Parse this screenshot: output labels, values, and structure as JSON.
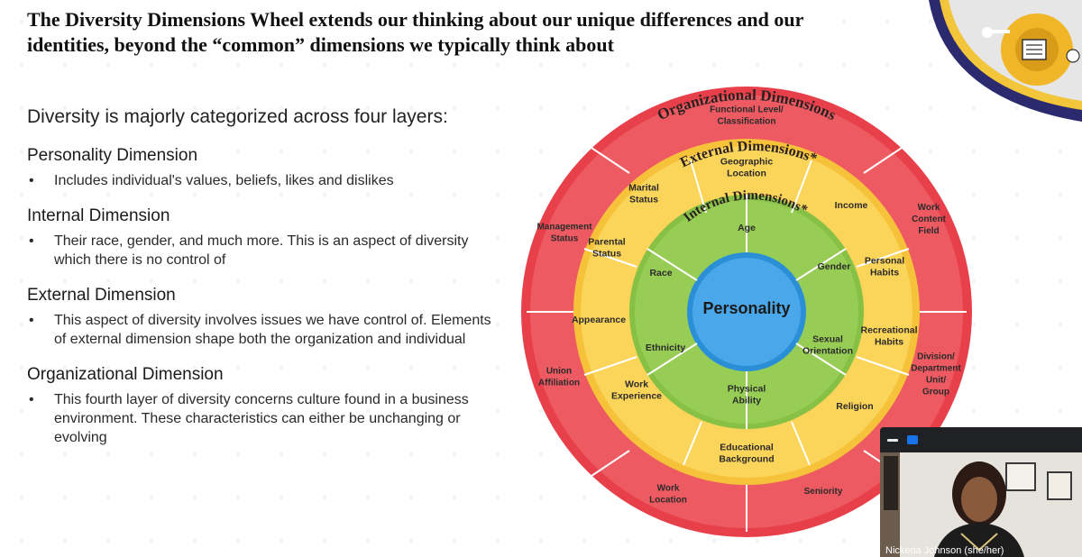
{
  "slide": {
    "title": "The Diversity Dimensions Wheel extends our thinking about our unique differences and our identities, beyond the “common”  dimensions we typically think about",
    "intro": "Diversity is majorly categorized across four layers:",
    "sections": [
      {
        "heading": "Personality Dimension",
        "bullet": "Includes individual's values, beliefs, likes and dislikes"
      },
      {
        "heading": "Internal Dimension",
        "bullet": "Their race, gender, and much more. This is an aspect of diversity which there is no control of"
      },
      {
        "heading": "External Dimension",
        "bullet": "This aspect of diversity involves issues we have control of.  Elements of external dimension shape both the organization and individual"
      },
      {
        "heading": "Organizational Dimension",
        "bullet": "This fourth layer of diversity concerns culture found in a business environment. These characteristics can either be unchanging or evolving"
      }
    ]
  },
  "wheel": {
    "center": "Personality",
    "ring_titles": {
      "organizational": "Organizational Dimensions",
      "external": "External Dimensions*",
      "internal": "Internal Dimensions*"
    },
    "internal_items": [
      "Age",
      "Gender",
      "Sexual Orientation",
      "Physical Ability",
      "Ethnicity",
      "Race"
    ],
    "external_items": [
      "Geographic Location",
      "Income",
      "Personal Habits",
      "Recreational Habits",
      "Religion",
      "Educational Background",
      "Work Experience",
      "Appearance",
      "Parental Status",
      "Marital Status"
    ],
    "organizational_items": [
      "Functional Level/ Classification",
      "Work Content Field",
      "Division/ Department Unit/ Group",
      "Seniority",
      "Work Location",
      "Union Affiliation",
      "Management Status"
    ],
    "colors": {
      "outer": "#e8404a",
      "external": "#f6c23a",
      "internal": "#86c045",
      "center": "#2a8fd6"
    }
  },
  "video": {
    "participant_name": "Nickeria Johnson (she/her)"
  }
}
